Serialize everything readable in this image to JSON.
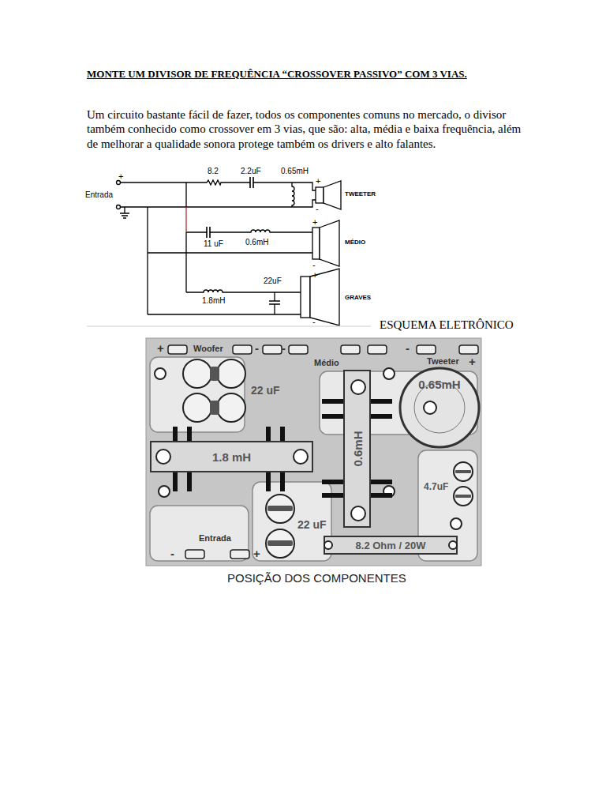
{
  "diagram": {
    "title": "MONTE UM DIVISOR DE FREQUÊNCIA “CROSSOVER PASSIVO” COM 3 VIAS.",
    "caption": "POSIÇÃO DOS COMPONENTES",
    "nodes": [
      {
        "text": [
          "0.65mH"
        ]
      },
      {
        "text": [
          "0.6mH"
        ]
      },
      {
        "text": [
          "1.8 mH"
        ]
      },
      {
        "text": [
          "8.2 Ohm / 20W"
        ]
      }
    ],
    "labels": [
      "Um circuito bastante fácil de fazer, todos os componentes comuns no mercado, o divisor também conhecido como crossover em 3 vias, que são: alta, média e baixa frequência, além de melhorar a qualidade sonora protege também os drivers e alto falantes.",
      "+",
      "Entrada",
      "8.2",
      "2.2uF",
      "0.65mH",
      "+",
      "-",
      "TWEETER",
      "11 uF",
      "0.6mH",
      "+",
      "-",
      "MÉDIO",
      "22uF",
      "1.8mH",
      "+",
      "-",
      "GRAVES",
      "ESQUEMA ELETRÔNICO",
      "+",
      "Woofer",
      "-",
      "-",
      "Médio",
      "-",
      "Tweeter",
      "+",
      "22 uF",
      "4.7uF",
      "22 uF",
      "Entrada",
      "-",
      "+"
    ]
  }
}
